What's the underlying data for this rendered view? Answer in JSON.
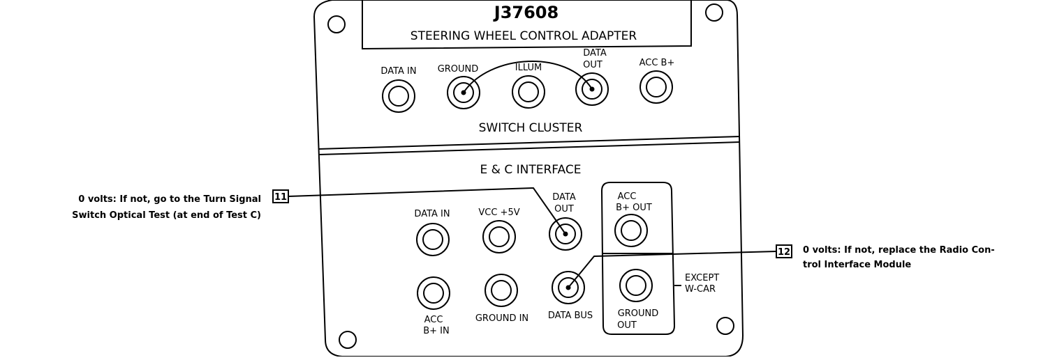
{
  "adapter": {
    "part_number": "J37608",
    "name": "STEERING WHEEL CONTROL ADAPTER"
  },
  "switch_cluster": {
    "title": "SWITCH CLUSTER",
    "terminals": {
      "data_in": "DATA IN",
      "ground": "GROUND",
      "illum": "ILLUM",
      "data_out_1": "DATA",
      "data_out_2": "OUT",
      "acc_b": "ACC B+"
    }
  },
  "interface": {
    "title": "E & C INTERFACE",
    "terminals": {
      "data_in": "DATA IN",
      "vcc": "VCC +5V",
      "data_out_1": "DATA",
      "data_out_2": "OUT",
      "acc_b_out_1": "ACC",
      "acc_b_out_2": "B+ OUT",
      "acc_b_in_1": "ACC",
      "acc_b_in_2": "B+ IN",
      "ground_in": "GROUND IN",
      "data_bus": "DATA BUS",
      "ground_out_1": "GROUND",
      "ground_out_2": "OUT"
    },
    "except_1": "EXCEPT",
    "except_2": "W-CAR"
  },
  "callouts": [
    {
      "number": "11",
      "line1": "0 volts: If not, go to the Turn Signal",
      "line2": "Switch Optical Test (at end of Test C)"
    },
    {
      "number": "12",
      "line1": "0 volts: If not, replace the Radio Con-",
      "line2": "trol Interface Module"
    }
  ]
}
